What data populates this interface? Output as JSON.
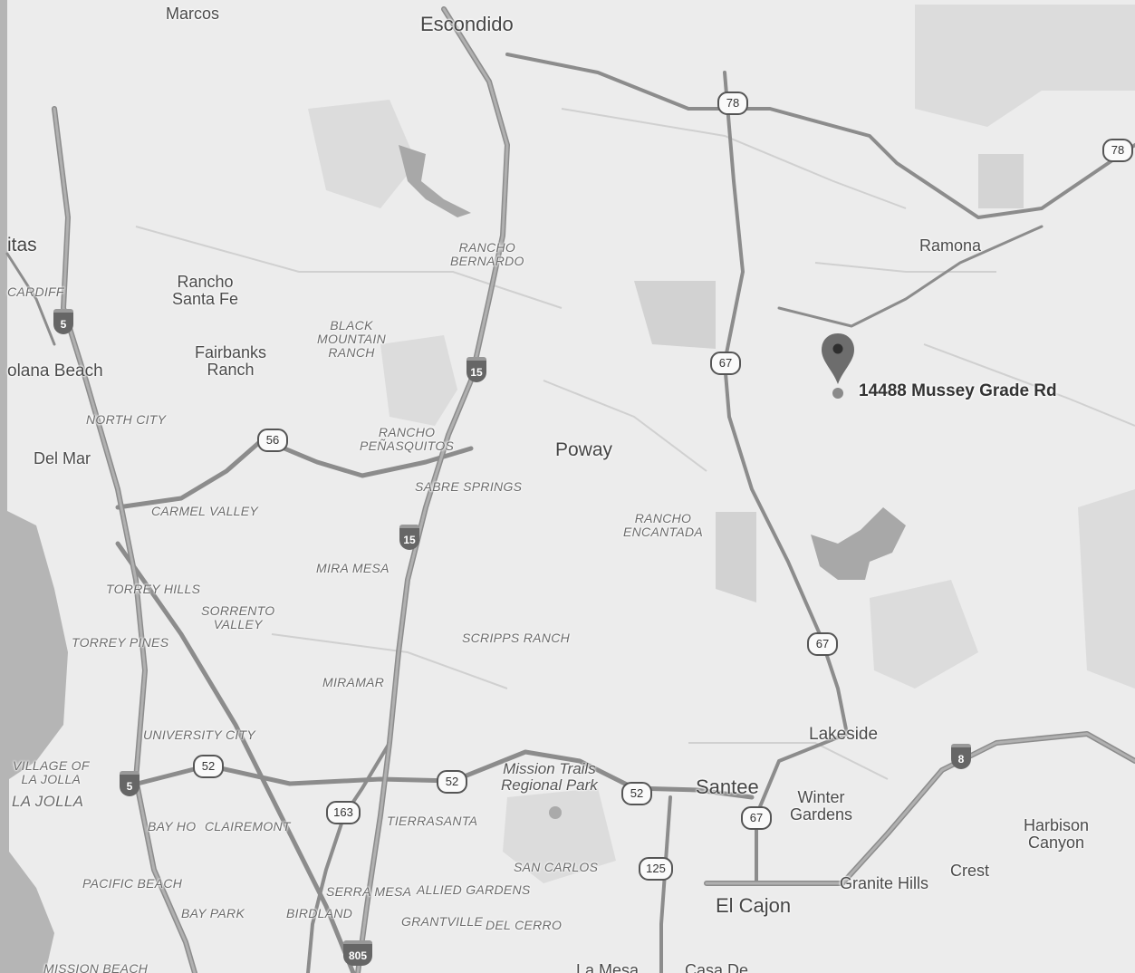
{
  "colors": {
    "background": "#ececec",
    "ocean": "#b5b5b5",
    "highway": "#a9a9a9",
    "highway_edge": "#8c8c8c",
    "pin": "#6d6d6d"
  },
  "places": {
    "marcos": "Marcos",
    "escondido": "Escondido",
    "encinitas": "itas",
    "cardiff": "CARDIFF",
    "rancho_santa_fe": "Rancho\nSanta Fe",
    "fairbanks_ranch": "Fairbanks\nRanch",
    "solana_beach": "olana Beach",
    "north_city": "NORTH CITY",
    "del_mar": "Del Mar",
    "carmel_valley": "CARMEL VALLEY",
    "torrey_hills": "TORREY HILLS",
    "sorrento_valley": "SORRENTO\nVALLEY",
    "torrey_pines": "TORREY PINES",
    "university_city": "UNIVERSITY CITY",
    "village_of_la_jolla": "VILLAGE OF\nLA JOLLA",
    "la_jolla": "LA JOLLA",
    "bay_ho": "BAY HO",
    "clairemont": "CLAIREMONT",
    "pacific_beach": "PACIFIC BEACH",
    "bay_park": "BAY PARK",
    "birdland": "BIRDLAND",
    "mission_beach": "MISSION BEACH",
    "rancho_bernardo": "RANCHO\nBERNARDO",
    "black_mountain_ranch": "BLACK\nMOUNTAIN\nRANCH",
    "rancho_penasquitos": "RANCHO\nPEÑASQUITOS",
    "sabre_springs": "SABRE SPRINGS",
    "mira_mesa": "MIRA MESA",
    "miramar": "MIRAMAR",
    "scripps_ranch": "SCRIPPS RANCH",
    "tierrasanta": "TIERRASANTA",
    "serra_mesa": "SERRA MESA",
    "allied_gardens": "ALLIED GARDENS",
    "grantville": "GRANTVILLE",
    "del_cerro": "DEL CERRO",
    "san_carlos": "SAN CARLOS",
    "mission_trails": "Mission Trails\nRegional Park",
    "poway": "Poway",
    "rancho_encantada": "RANCHO\nENCANTADA",
    "ramona": "Ramona",
    "lakeside": "Lakeside",
    "santee": "Santee",
    "winter_gardens": "Winter\nGardens",
    "el_cajon": "El Cajon",
    "granite_hills": "Granite Hills",
    "crest": "Crest",
    "harbison_canyon": "Harbison\nCanyon",
    "la_mesa_partial": "La Mesa",
    "casa_de_oro_partial": "Casa De"
  },
  "routes": {
    "r78a": "78",
    "r78b": "78",
    "r67a": "67",
    "r67b": "67",
    "r67c": "67",
    "r56": "56",
    "r52a": "52",
    "r52b": "52",
    "r52c": "52",
    "r163": "163",
    "r125": "125",
    "r805": "805",
    "i5a": "5",
    "i5b": "5",
    "i15a": "15",
    "i15b": "15",
    "i8": "8"
  },
  "marker": {
    "address": "14488 Mussey Grade Rd",
    "icon": "map-pin-icon"
  }
}
